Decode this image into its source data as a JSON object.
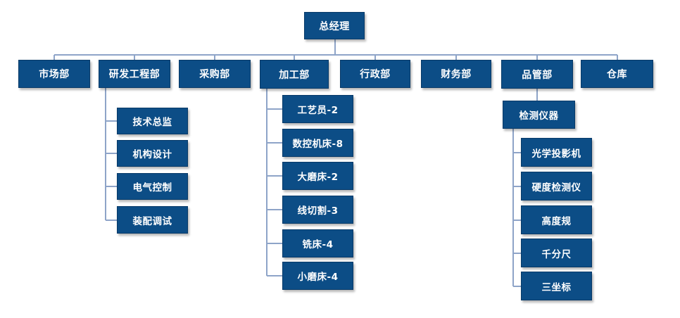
{
  "root": {
    "label": "总经理"
  },
  "departments": [
    {
      "label": "市场部"
    },
    {
      "label": "研发工程部",
      "children": [
        "技术总监",
        "机构设计",
        "电气控制",
        "装配调试"
      ]
    },
    {
      "label": "采购部"
    },
    {
      "label": "加工部",
      "children": [
        "工艺员-2",
        "数控机床-8",
        "大磨床-2",
        "线切割-3",
        "铣床-4",
        "小磨床-4"
      ]
    },
    {
      "label": "行政部"
    },
    {
      "label": "财务部"
    },
    {
      "label": "品管部",
      "sub": {
        "label": "检测仪器",
        "children": [
          "光学投影机",
          "硬度检测仪",
          "高度规",
          "千分尺",
          "三坐标"
        ]
      }
    },
    {
      "label": "仓库"
    }
  ],
  "colors": {
    "box": "#0c4d86",
    "line": "#8ea4c8",
    "text": "#ffffff"
  }
}
